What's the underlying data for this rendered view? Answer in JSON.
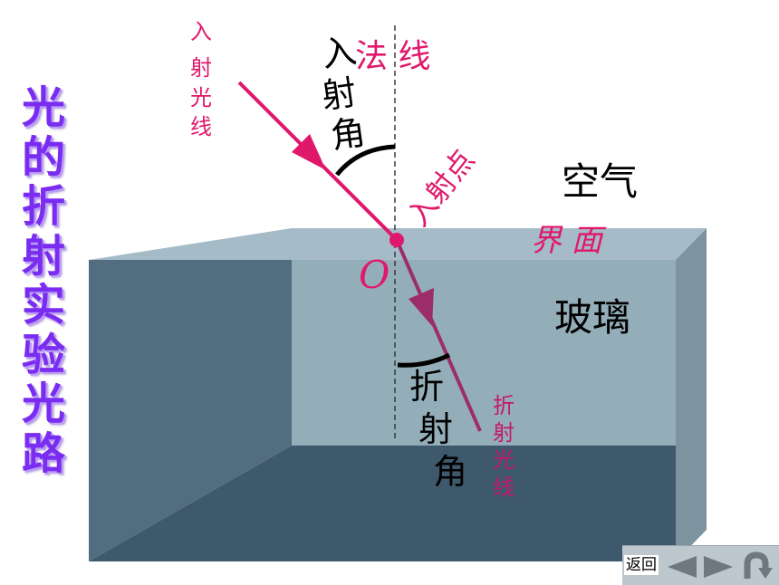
{
  "title_chars": [
    "光",
    "的",
    "折",
    "射",
    "实",
    "验",
    "光",
    "路"
  ],
  "labels": {
    "incident_ray": [
      "入",
      "射",
      "光",
      "线"
    ],
    "normal": "法 线",
    "incident_angle": [
      "入",
      "射",
      "角"
    ],
    "incident_point": "入射点",
    "air": "空气",
    "interface": "界 面",
    "origin": "O",
    "glass": "玻璃",
    "refraction_angle": [
      "折",
      "射",
      "角"
    ],
    "refracted_ray": [
      "折",
      "射",
      "光",
      "线"
    ]
  },
  "nav": {
    "back_label": "返回"
  },
  "colors": {
    "title": "#7a2cf0",
    "label_pink": "#e0186b",
    "label_magenta": "#c2186b",
    "refracted_ray": "#9b2d6a",
    "glass_front": "#94aeb9",
    "glass_top": "#a5bbc8",
    "glass_left": "#526d80",
    "glass_bottom": "#3e596b",
    "glass_right": "#7d93a0"
  }
}
